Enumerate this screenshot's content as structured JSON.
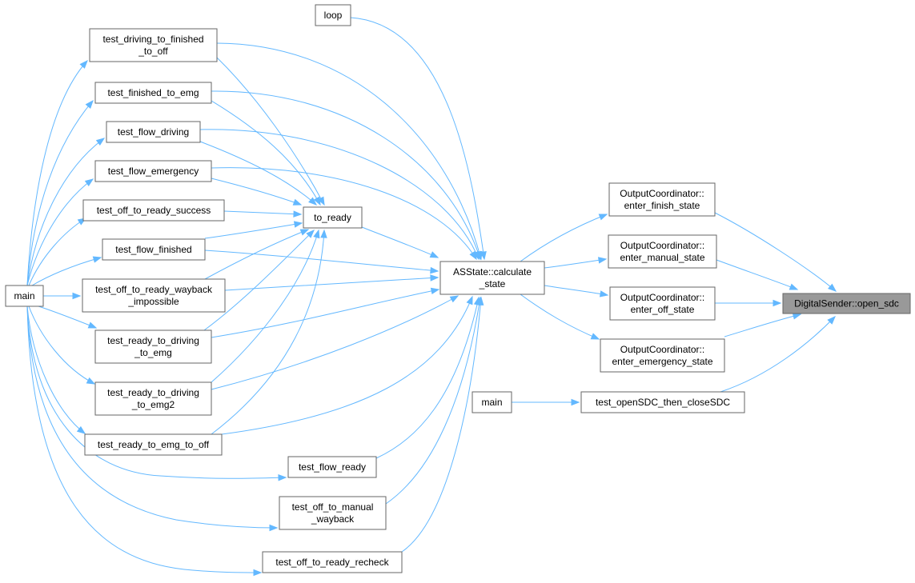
{
  "graph": {
    "colors": {
      "edge": "#63b8ff",
      "node_border": "#666666",
      "node_fill": "#ffffff",
      "highlight_fill": "#999999"
    },
    "nodes": [
      {
        "id": "open_sdc",
        "lines": [
          "DigitalSender::open_sdc"
        ],
        "highlight": true
      },
      {
        "id": "enter_finish",
        "lines": [
          "OutputCoordinator::",
          "enter_finish_state"
        ]
      },
      {
        "id": "enter_manual",
        "lines": [
          "OutputCoordinator::",
          "enter_manual_state"
        ]
      },
      {
        "id": "enter_off",
        "lines": [
          "OutputCoordinator::",
          "enter_off_state"
        ]
      },
      {
        "id": "enter_emg",
        "lines": [
          "OutputCoordinator::",
          "enter_emergency_state"
        ]
      },
      {
        "id": "test_open_close",
        "lines": [
          "test_openSDC_then_closeSDC"
        ]
      },
      {
        "id": "main_right",
        "lines": [
          "main"
        ]
      },
      {
        "id": "calc",
        "lines": [
          "ASState::calculate",
          "_state"
        ]
      },
      {
        "id": "loop",
        "lines": [
          "loop"
        ]
      },
      {
        "id": "to_ready",
        "lines": [
          "to_ready"
        ]
      },
      {
        "id": "t_dtf_off",
        "lines": [
          "test_driving_to_finished",
          "_to_off"
        ]
      },
      {
        "id": "t_fin_emg",
        "lines": [
          "test_finished_to_emg"
        ]
      },
      {
        "id": "t_flow_driving",
        "lines": [
          "test_flow_driving"
        ]
      },
      {
        "id": "t_flow_emergency",
        "lines": [
          "test_flow_emergency"
        ]
      },
      {
        "id": "t_off_ready_success",
        "lines": [
          "test_off_to_ready_success"
        ]
      },
      {
        "id": "t_flow_finished",
        "lines": [
          "test_flow_finished"
        ]
      },
      {
        "id": "t_off_ready_wayback",
        "lines": [
          "test_off_to_ready_wayback",
          "_impossible"
        ]
      },
      {
        "id": "t_rtd_emg",
        "lines": [
          "test_ready_to_driving",
          "_to_emg"
        ]
      },
      {
        "id": "t_rtd_emg2",
        "lines": [
          "test_ready_to_driving",
          "_to_emg2"
        ]
      },
      {
        "id": "t_ready_emg_off",
        "lines": [
          "test_ready_to_emg_to_off"
        ]
      },
      {
        "id": "t_flow_ready",
        "lines": [
          "test_flow_ready"
        ]
      },
      {
        "id": "t_off_manual",
        "lines": [
          "test_off_to_manual",
          "_wayback"
        ]
      },
      {
        "id": "t_off_recheck",
        "lines": [
          "test_off_to_ready_recheck"
        ]
      },
      {
        "id": "main_left",
        "lines": [
          "main"
        ]
      }
    ],
    "edges": [
      {
        "from": "enter_finish",
        "to": "open_sdc"
      },
      {
        "from": "enter_manual",
        "to": "open_sdc"
      },
      {
        "from": "enter_off",
        "to": "open_sdc"
      },
      {
        "from": "enter_emg",
        "to": "open_sdc"
      },
      {
        "from": "test_open_close",
        "to": "open_sdc"
      },
      {
        "from": "calc",
        "to": "enter_finish"
      },
      {
        "from": "calc",
        "to": "enter_manual"
      },
      {
        "from": "calc",
        "to": "enter_off"
      },
      {
        "from": "calc",
        "to": "enter_emg"
      },
      {
        "from": "main_right",
        "to": "test_open_close"
      },
      {
        "from": "loop",
        "to": "calc"
      },
      {
        "from": "to_ready",
        "to": "calc"
      },
      {
        "from": "t_dtf_off",
        "to": "calc"
      },
      {
        "from": "t_fin_emg",
        "to": "calc"
      },
      {
        "from": "t_flow_driving",
        "to": "calc"
      },
      {
        "from": "t_flow_emergency",
        "to": "calc"
      },
      {
        "from": "t_flow_finished",
        "to": "calc"
      },
      {
        "from": "t_off_ready_wayback",
        "to": "calc"
      },
      {
        "from": "t_rtd_emg",
        "to": "calc"
      },
      {
        "from": "t_rtd_emg2",
        "to": "calc"
      },
      {
        "from": "t_ready_emg_off",
        "to": "calc"
      },
      {
        "from": "t_flow_ready",
        "to": "calc"
      },
      {
        "from": "t_off_manual",
        "to": "calc"
      },
      {
        "from": "t_off_recheck",
        "to": "calc"
      },
      {
        "from": "t_dtf_off",
        "to": "to_ready"
      },
      {
        "from": "t_fin_emg",
        "to": "to_ready"
      },
      {
        "from": "t_flow_driving",
        "to": "to_ready"
      },
      {
        "from": "t_flow_emergency",
        "to": "to_ready"
      },
      {
        "from": "t_off_ready_success",
        "to": "to_ready"
      },
      {
        "from": "t_flow_finished",
        "to": "to_ready"
      },
      {
        "from": "t_off_ready_wayback",
        "to": "to_ready"
      },
      {
        "from": "t_rtd_emg",
        "to": "to_ready"
      },
      {
        "from": "t_rtd_emg2",
        "to": "to_ready"
      },
      {
        "from": "t_ready_emg_off",
        "to": "to_ready"
      },
      {
        "from": "main_left",
        "to": "t_dtf_off"
      },
      {
        "from": "main_left",
        "to": "t_fin_emg"
      },
      {
        "from": "main_left",
        "to": "t_flow_driving"
      },
      {
        "from": "main_left",
        "to": "t_flow_emergency"
      },
      {
        "from": "main_left",
        "to": "t_off_ready_success"
      },
      {
        "from": "main_left",
        "to": "t_flow_finished"
      },
      {
        "from": "main_left",
        "to": "t_off_ready_wayback"
      },
      {
        "from": "main_left",
        "to": "t_rtd_emg"
      },
      {
        "from": "main_left",
        "to": "t_rtd_emg2"
      },
      {
        "from": "main_left",
        "to": "t_ready_emg_off"
      },
      {
        "from": "main_left",
        "to": "t_flow_ready"
      },
      {
        "from": "main_left",
        "to": "t_off_manual"
      },
      {
        "from": "main_left",
        "to": "t_off_recheck"
      }
    ]
  }
}
